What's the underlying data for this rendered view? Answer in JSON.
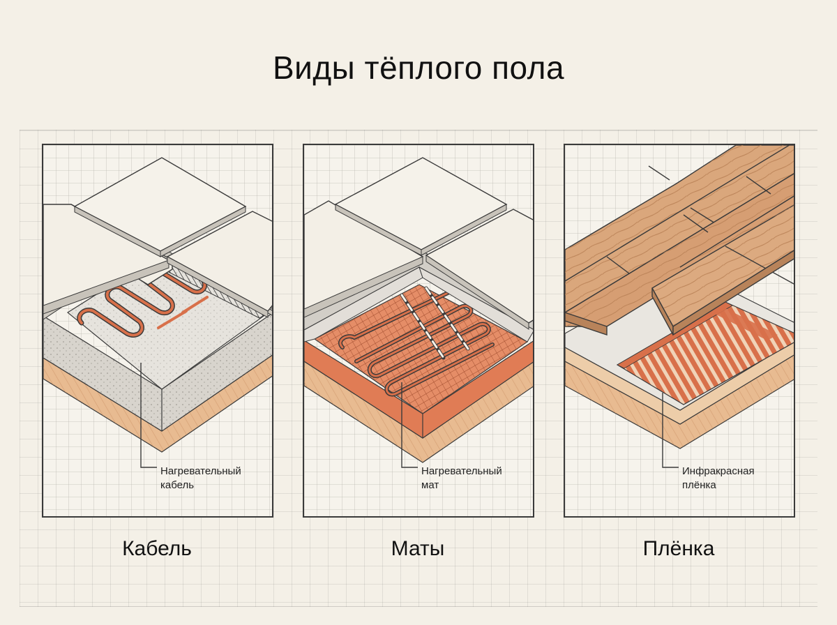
{
  "title": "Виды тёплого пола",
  "panels": [
    {
      "caption": "Кабель",
      "callout_line1": "Нагревательный",
      "callout_line2": "кабель",
      "icon": "heating-cable-floor-diagram"
    },
    {
      "caption": "Маты",
      "callout_line1": "Нагревательный",
      "callout_line2": "мат",
      "icon": "heating-mat-floor-diagram"
    },
    {
      "caption": "Плёнка",
      "callout_line1": "Инфракрасная",
      "callout_line2": "плёнка",
      "icon": "infrared-film-floor-diagram"
    }
  ],
  "colors": {
    "background": "#f4f0e7",
    "tile": "#f3efe6",
    "grout": "#b9b4aa",
    "concrete": "#d6d2cb",
    "wood_base": "#e3b68e",
    "heating_element": "#d8704a",
    "mat_base": "#de7a52",
    "laminate": "#d9a57a"
  }
}
